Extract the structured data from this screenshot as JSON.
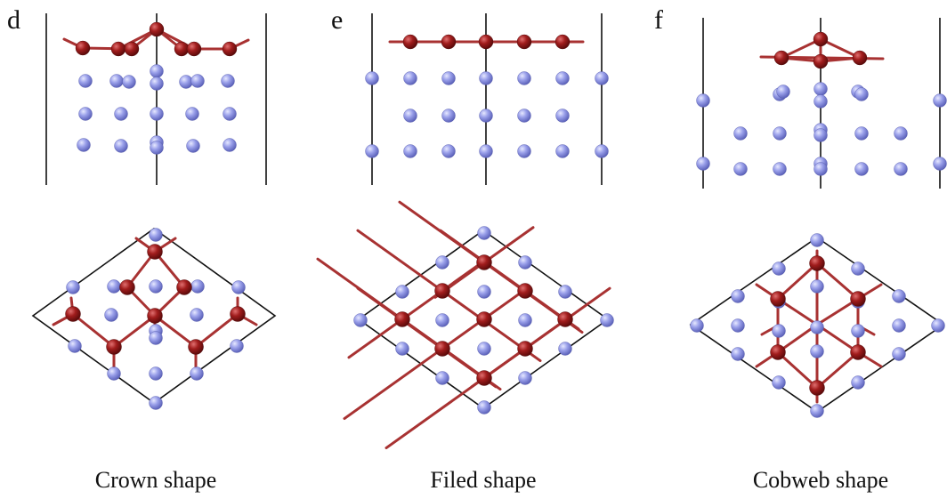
{
  "panels": [
    {
      "letter": "d",
      "caption": "Crown shape"
    },
    {
      "letter": "e",
      "caption": "Filed shape"
    },
    {
      "letter": "f",
      "caption": "Cobweb shape"
    }
  ],
  "colors": {
    "substrate_atom": "#8b92e0",
    "adsorbate_atom": "#9b1a1a",
    "bond": "#a83232",
    "cell_line": "#111111",
    "background": "#ffffff"
  }
}
